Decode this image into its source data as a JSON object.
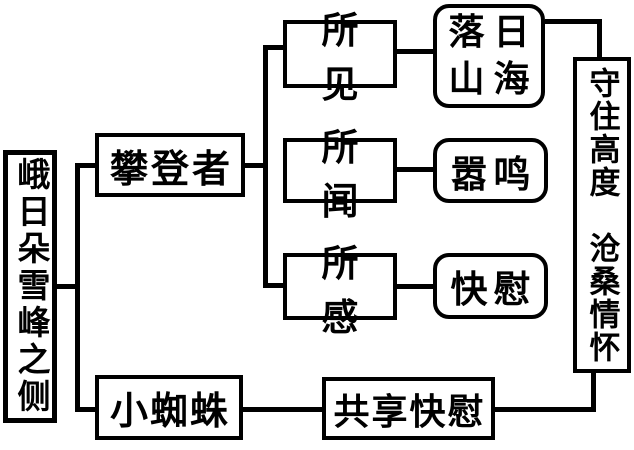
{
  "diagram": {
    "nodes": {
      "poem_title": "峨日朵雪峰之侧",
      "climber": "攀登者",
      "spider": "小蜘蛛",
      "seen": "所见",
      "heard": "所闻",
      "felt": "所感",
      "sunset_mountain_sea": "落日\n山海",
      "clamor": "嚣鸣",
      "comfort": "快慰",
      "shared_comfort": "共享快慰",
      "theme": "守住高度　沧桑情怀"
    },
    "colors": {
      "line": "#000000",
      "background": "#ffffff",
      "text": "#000000"
    }
  }
}
